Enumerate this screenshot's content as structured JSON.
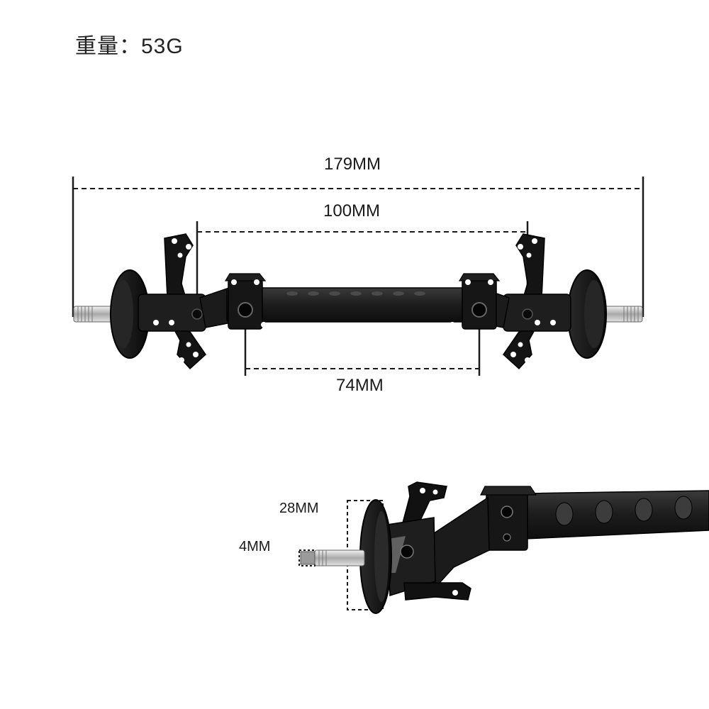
{
  "weight_label": "重量：53G",
  "dimensions": {
    "overall_width": "179MM",
    "kingpin_width": "100MM",
    "mount_spacing": "74MM",
    "hub_diameter": "28MM",
    "shaft_diameter": "4MM"
  },
  "colors": {
    "metal_dark": "#151515",
    "metal_mid": "#2e2e2e",
    "steel": "#c8c8c8",
    "dimension_line": "#1a1a1a"
  }
}
